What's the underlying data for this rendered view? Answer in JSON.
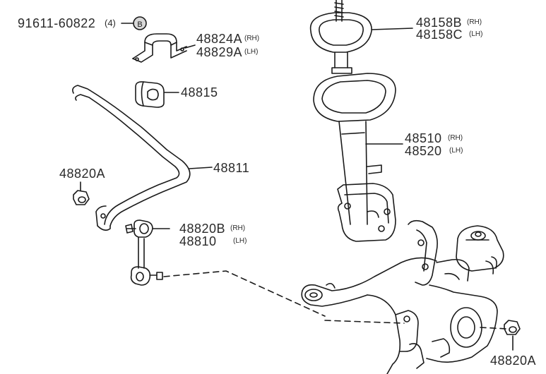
{
  "labels": {
    "bolt_number": "91611-60822",
    "bolt_qty": "(4)",
    "bolt_callout": "B",
    "bracket_rh": "48824A",
    "bracket_rh_side": "(RH)",
    "bracket_lh": "48829A",
    "bracket_lh_side": "(LH)",
    "bushing": "48815",
    "stabilizer_bar": "48811",
    "nut_left": "48820A",
    "link_rh": "48820B",
    "link_rh_side": "(RH)",
    "link_lh": "48810",
    "link_lh_side": "(LH)",
    "spring_seat_rh": "48158B",
    "spring_seat_rh_side": "(RH)",
    "spring_seat_lh": "48158C",
    "spring_seat_lh_side": "(LH)",
    "strut_rh": "48510",
    "strut_rh_side": "(RH)",
    "strut_lh": "48520",
    "strut_lh_side": "(LH)",
    "nut_right": "48820A"
  },
  "colors": {
    "line": "#1a1a1a",
    "text": "#2a2a2a",
    "background": "#ffffff"
  }
}
